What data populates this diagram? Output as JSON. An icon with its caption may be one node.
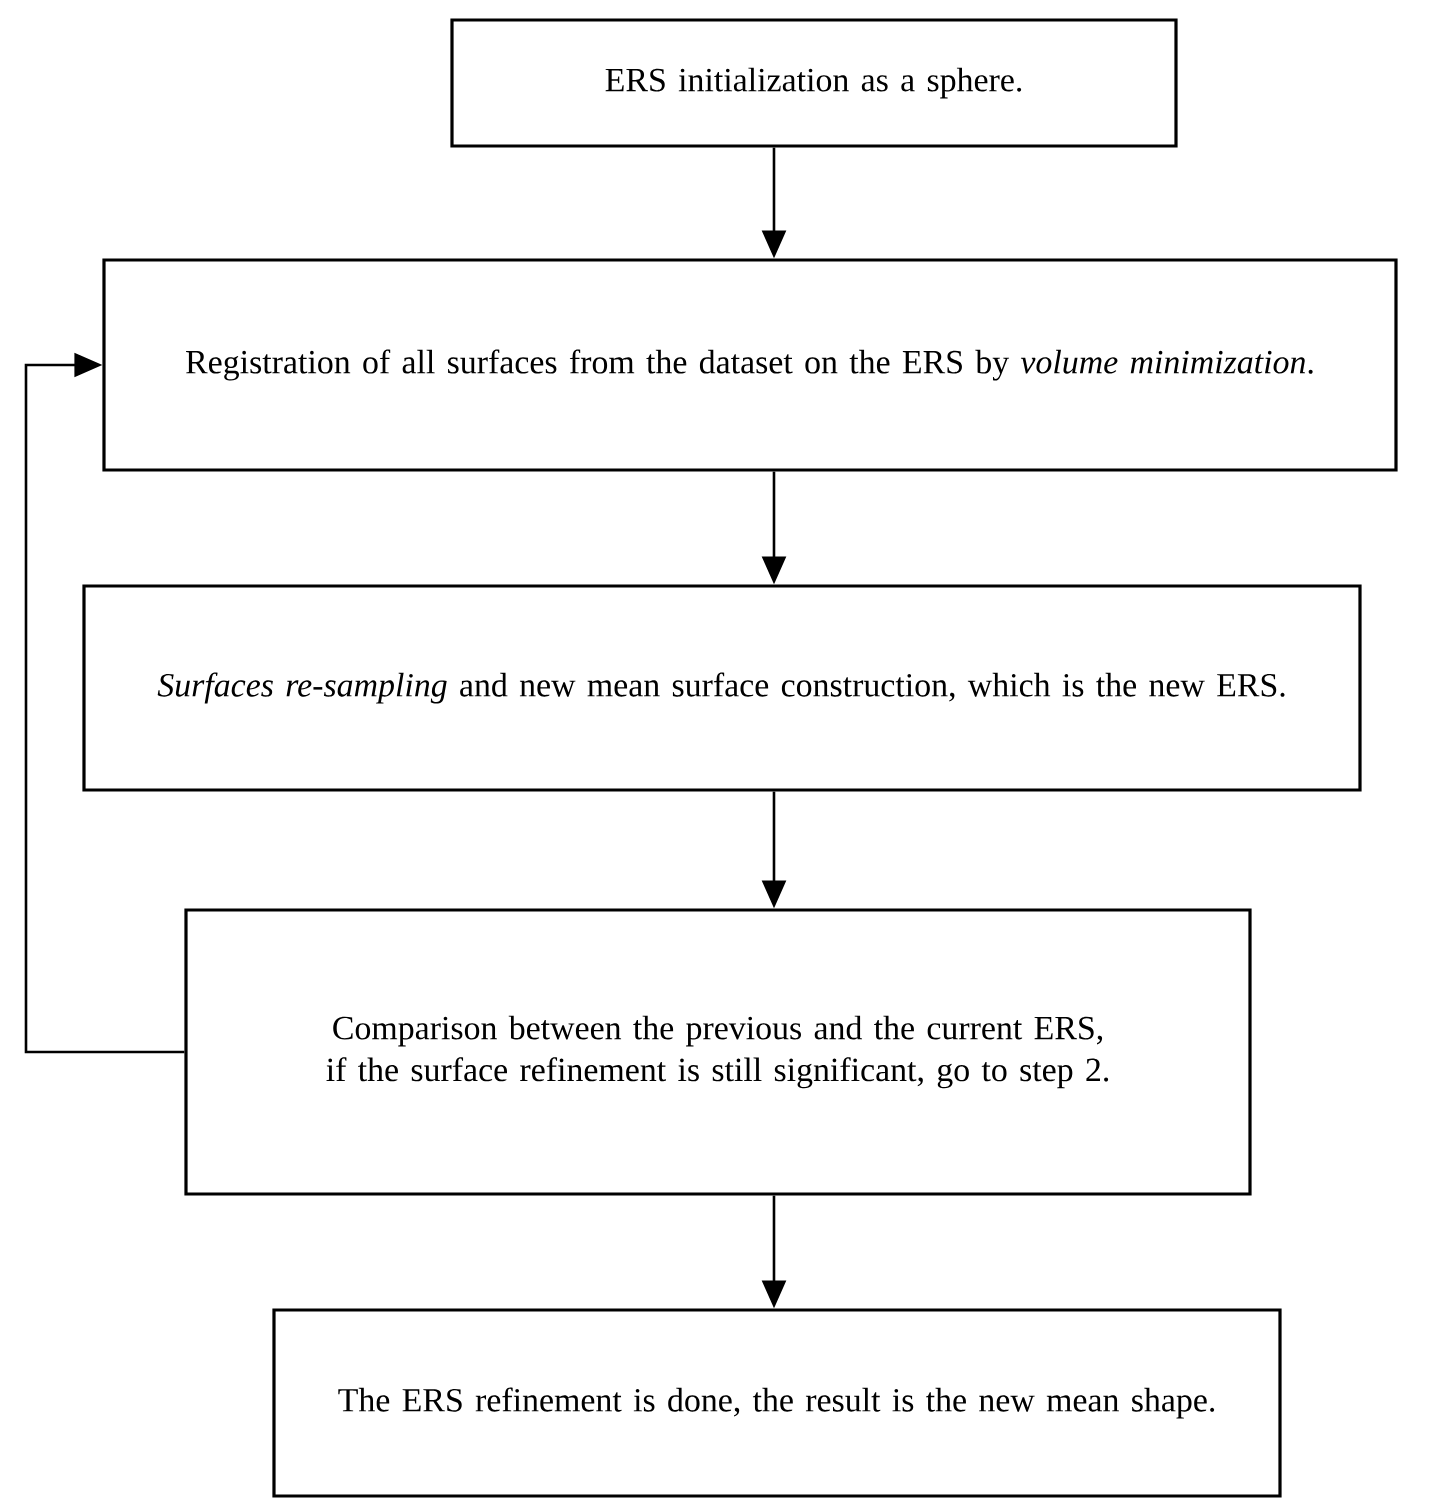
{
  "diagram": {
    "nodes": [
      {
        "text": [
          "ERS initialization as a sphere."
        ]
      },
      {
        "text": [
          "Registration of all surfaces from the dataset on the ERS by *volume minimization*."
        ]
      },
      {
        "text": [
          "*Surfaces re-sampling* and new mean surface construction, which is the new ERS."
        ]
      },
      {
        "text": [
          "Comparison between the previous and the current ERS, if the surface refinement is still significant, go to step 2."
        ]
      },
      {
        "text": [
          "The ERS refinement is done, the result is the new mean shape."
        ]
      }
    ],
    "edges": [
      {
        "from": 0,
        "to": 1,
        "arrow": "to"
      },
      {
        "from": 1,
        "to": 2,
        "arrow": "to"
      },
      {
        "from": 2,
        "to": 3,
        "arrow": "to"
      },
      {
        "from": 3,
        "to": 4,
        "arrow": "to"
      },
      {
        "from": 3,
        "to": 1,
        "arrow": "to"
      }
    ]
  }
}
